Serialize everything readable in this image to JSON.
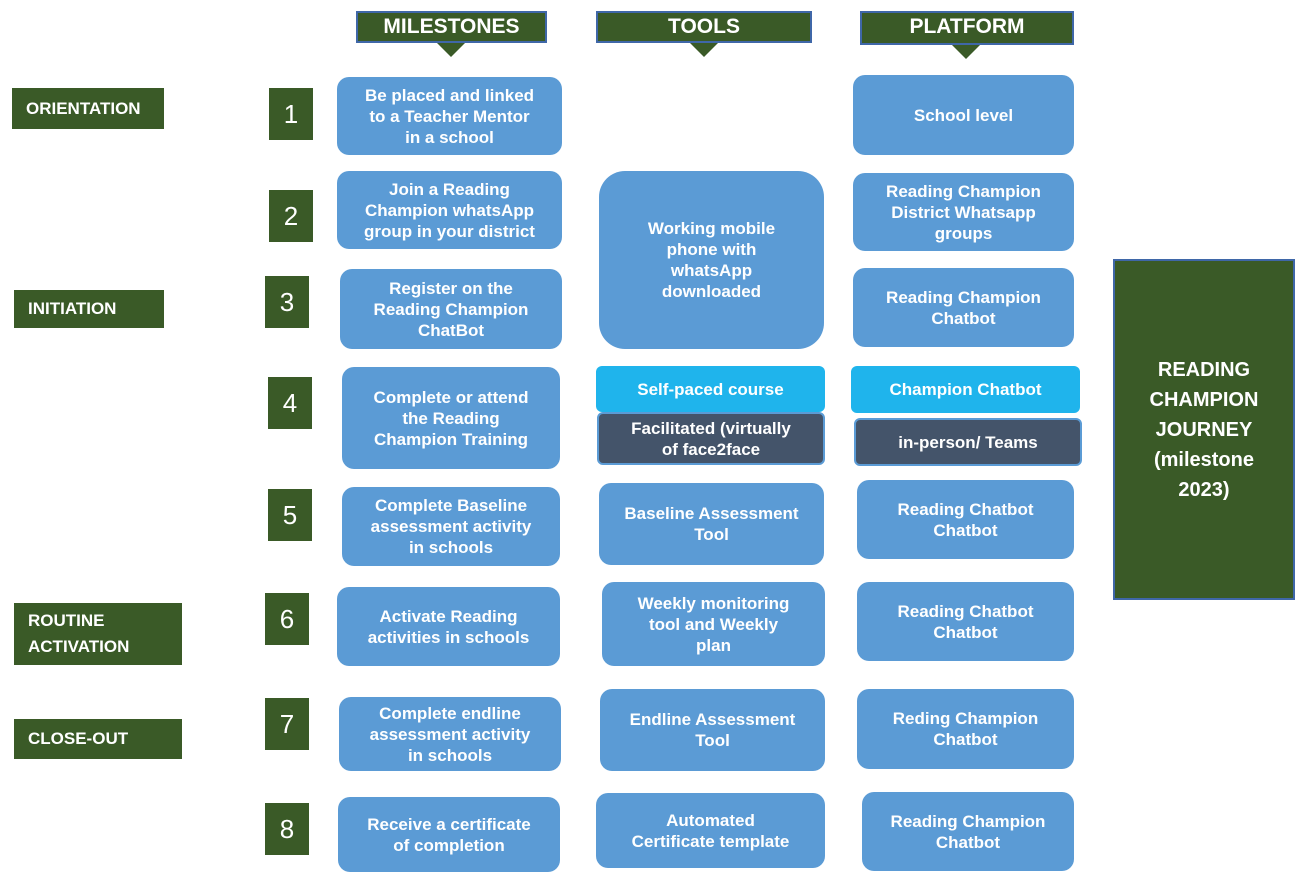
{
  "headers": {
    "milestones": "MILESTONES",
    "tools": "TOOLS",
    "platform": "PLATFORM"
  },
  "phases": {
    "orientation": "ORIENTATION",
    "initiation": "INITIATION",
    "routine_line1": "ROUTINE",
    "routine_line2": "ACTIVATION",
    "close_out": "CLOSE-OUT"
  },
  "steps": [
    {
      "num": "1",
      "milestone": [
        "Be placed and linked",
        "to a Teacher Mentor",
        "in a school"
      ],
      "platform": [
        "School level"
      ]
    },
    {
      "num": "2",
      "milestone": [
        "Join a Reading",
        "Champion whatsApp",
        "group in your district"
      ],
      "platform": [
        "Reading Champion",
        "District Whatsapp",
        "groups"
      ]
    },
    {
      "num": "3",
      "milestone": [
        "Register on the",
        "Reading Champion",
        "ChatBot"
      ],
      "platform": [
        "Reading Champion",
        "Chatbot"
      ]
    },
    {
      "num": "4",
      "milestone": [
        "Complete or attend",
        "the Reading",
        "Champion Training"
      ],
      "platform_top": "Champion Chatbot",
      "platform_bottom": "in-person/ Teams"
    },
    {
      "num": "5",
      "milestone": [
        "Complete Baseline",
        "assessment activity",
        "in schools"
      ],
      "platform": [
        "Reading Chatbot",
        "Chatbot"
      ]
    },
    {
      "num": "6",
      "milestone": [
        "Activate Reading",
        "activities in schools"
      ],
      "platform": [
        "Reading Chatbot",
        "Chatbot"
      ]
    },
    {
      "num": "7",
      "milestone": [
        "Complete endline",
        "assessment activity",
        "in schools"
      ],
      "platform": [
        "Reding Champion",
        "Chatbot"
      ]
    },
    {
      "num": "8",
      "milestone": [
        "Receive a certificate",
        "of completion"
      ],
      "platform": [
        "Reading Champion",
        "Chatbot"
      ]
    }
  ],
  "tools": {
    "mobile": [
      "Working mobile",
      "phone with",
      "whatsApp",
      "downloaded"
    ],
    "self_paced": "Self-paced course",
    "facilitated": [
      "Facilitated (virtually",
      "of face2face"
    ],
    "baseline": [
      "Baseline Assessment",
      "Tool"
    ],
    "weekly": [
      "Weekly monitoring",
      "tool and Weekly",
      "plan"
    ],
    "endline": [
      "Endline Assessment",
      "Tool"
    ],
    "certificate": [
      "Automated",
      "Certificate template"
    ]
  },
  "journey": [
    "READING",
    "CHAMPION",
    "JOURNEY",
    "(milestone",
    "2023)"
  ],
  "colors": {
    "dark_green": "#3a5a27",
    "box_blue": "#5b9bd5",
    "cyan": "#1fb4ec",
    "slate": "#44546a",
    "header_border": "#3f67a8"
  }
}
